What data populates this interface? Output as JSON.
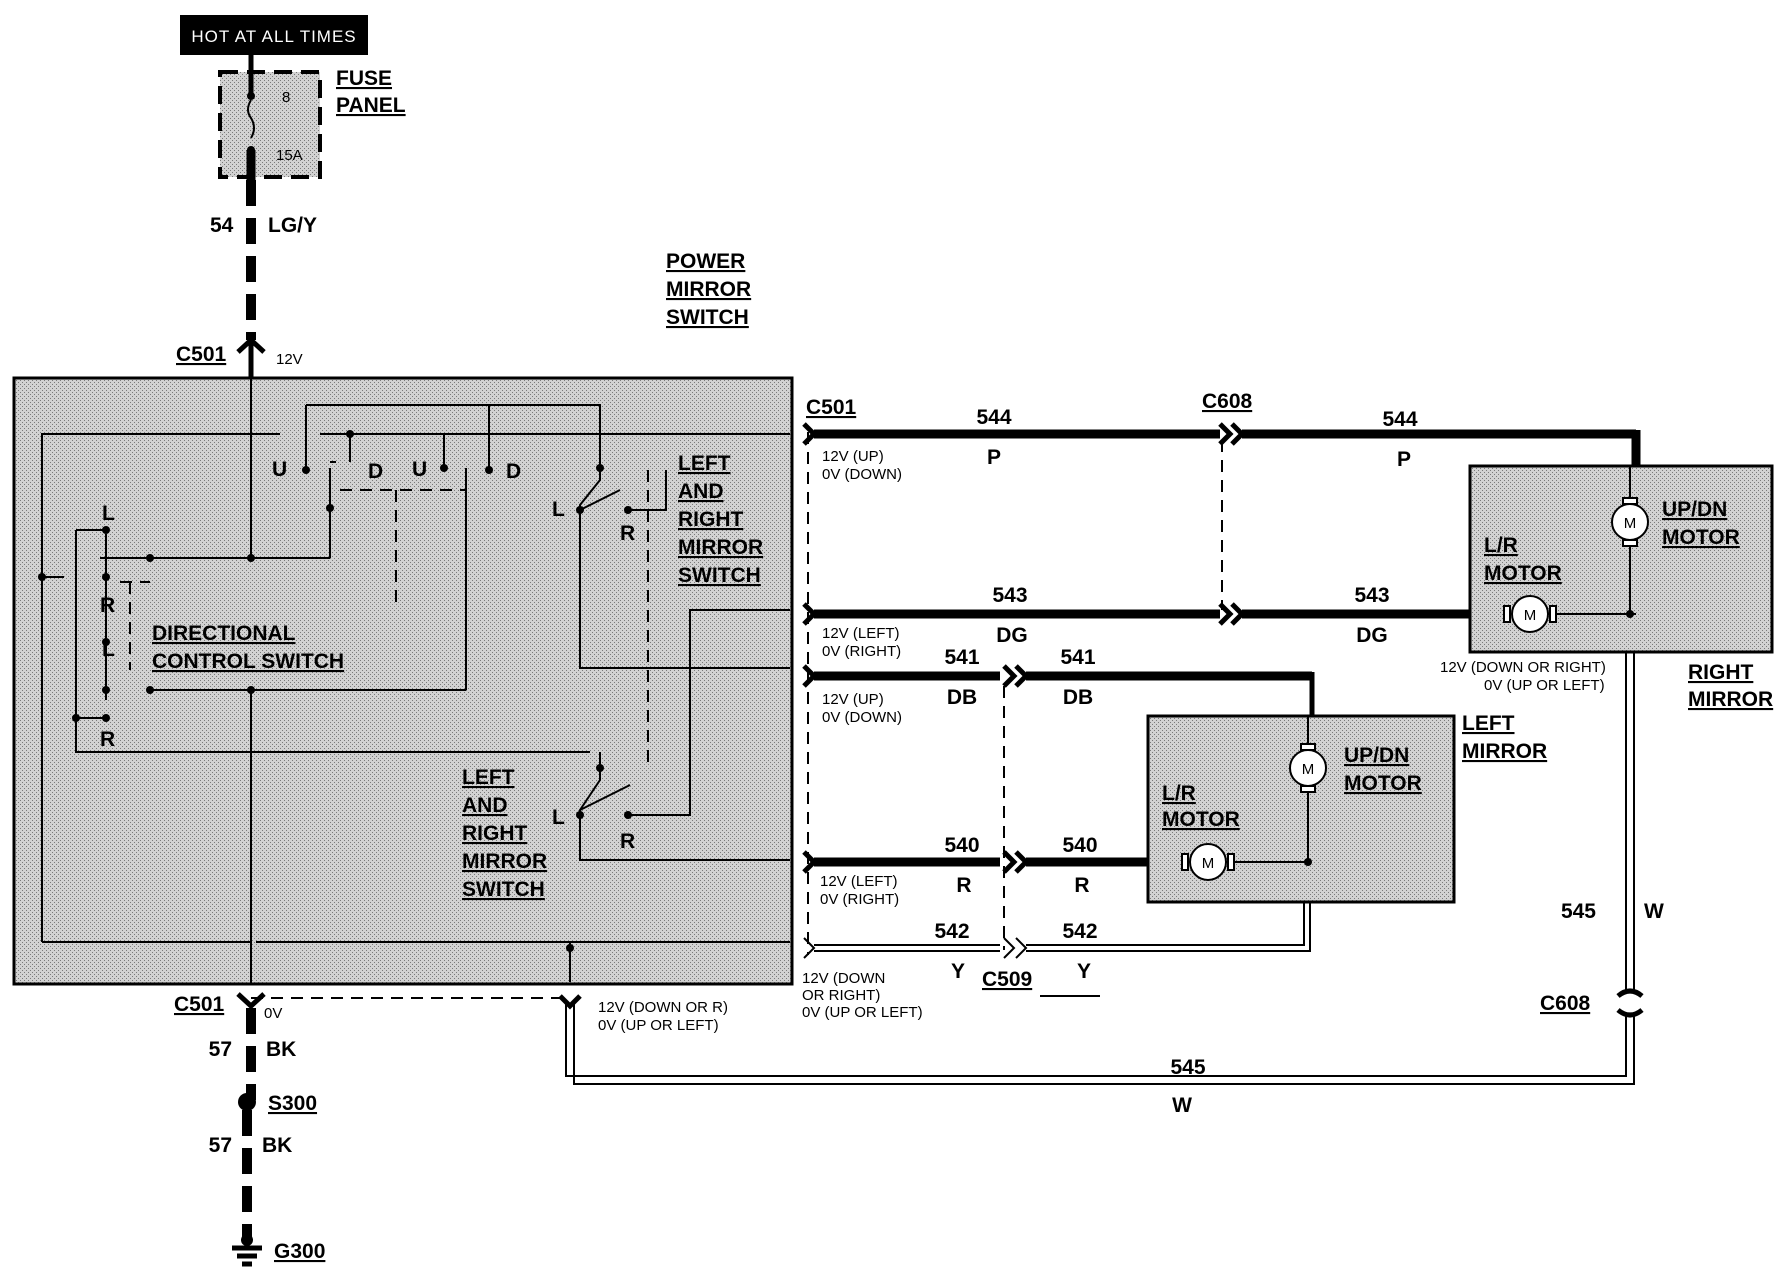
{
  "hot_label": "HOT AT ALL TIMES",
  "fuse_panel": {
    "title_1": "FUSE",
    "title_2": "PANEL",
    "fuse_number": "8",
    "fuse_rating": "15A"
  },
  "top_wire": {
    "circuit": "54",
    "color": "LG/Y"
  },
  "power_mirror_switch": {
    "line1": "POWER",
    "line2": "MIRROR",
    "line3": "SWITCH"
  },
  "connectors": {
    "c501": "C501",
    "c608": "C608",
    "c509": "C509",
    "s300": "S300",
    "g300": "G300"
  },
  "voltage_12v": "12V",
  "voltage_0v": "0V",
  "switch_letters": {
    "U": "U",
    "D": "D",
    "L": "L",
    "R": "R"
  },
  "directional_switch": {
    "line1": "DIRECTIONAL",
    "line2": "CONTROL SWITCH"
  },
  "lr_switch": {
    "line1": "LEFT",
    "line2": "AND",
    "line3": "RIGHT",
    "line4": "MIRROR",
    "line5": "SWITCH"
  },
  "wires": [
    {
      "circuit": "544",
      "color": "P",
      "note1": "12V (UP)",
      "note2": "0V (DOWN)"
    },
    {
      "circuit": "543",
      "color": "DG",
      "note1": "12V (LEFT)",
      "note2": "0V (RIGHT)"
    },
    {
      "circuit": "541",
      "color": "DB",
      "note1": "12V (UP)",
      "note2": "0V (DOWN)"
    },
    {
      "circuit": "540",
      "color": "R",
      "note1": "12V (LEFT)",
      "note2": "0V (RIGHT)"
    },
    {
      "circuit": "542",
      "color": "Y",
      "note1": "12V (DOWN",
      "note2": "OR RIGHT)",
      "note3": "0V (UP OR LEFT)"
    }
  ],
  "right_mirror": {
    "title1": "RIGHT",
    "title2": "MIRROR",
    "updn1": "UP/DN",
    "updn2": "MOTOR",
    "lr1": "L/R",
    "lr2": "MOTOR",
    "note1": "12V (DOWN OR RIGHT)",
    "note2": "0V (UP OR LEFT)"
  },
  "left_mirror": {
    "title1": "LEFT",
    "title2": "MIRROR",
    "updn1": "UP/DN",
    "updn2": "MOTOR",
    "lr1": "L/R",
    "lr2": "MOTOR"
  },
  "motor_symbol": "M",
  "wire_545": {
    "circuit": "545",
    "color": "W"
  },
  "bottom_note": {
    "line1": "12V (DOWN OR R)",
    "line2": "0V (UP OR LEFT)"
  },
  "ground_wire": {
    "circuit": "57",
    "color": "BK"
  }
}
